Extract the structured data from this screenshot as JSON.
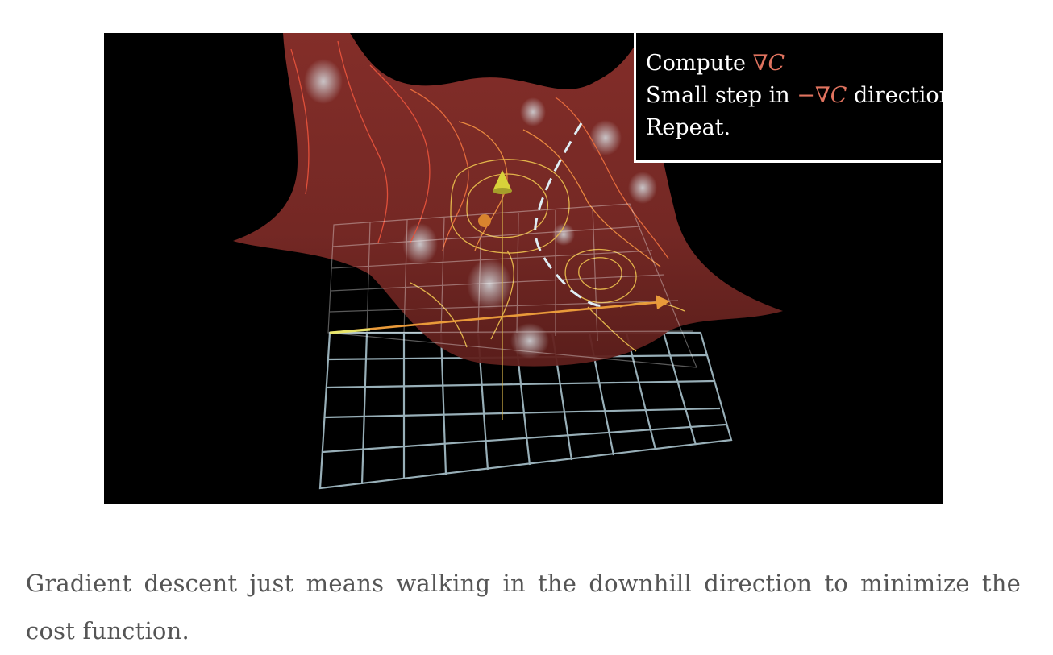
{
  "figure": {
    "algorithm": {
      "line1_text": "Compute ",
      "line1_math": "∇C",
      "line2_text_before": "Small step in ",
      "line2_math": "−∇C",
      "line2_text_after": " direction",
      "line3_text": "Repeat."
    },
    "colors": {
      "background": "#000000",
      "surface": "#7a2a26",
      "contour_warm": "#e2b34a",
      "contour_red": "#e0503a",
      "grid": "#a9c3cc",
      "path": "#dfeef5",
      "highlight": "#e0735f",
      "cone": "#d8d23a",
      "arrow": "#e99a3a"
    }
  },
  "caption": {
    "text": "Gradient descent just means walking in the downhill direction to minimize the cost function."
  }
}
